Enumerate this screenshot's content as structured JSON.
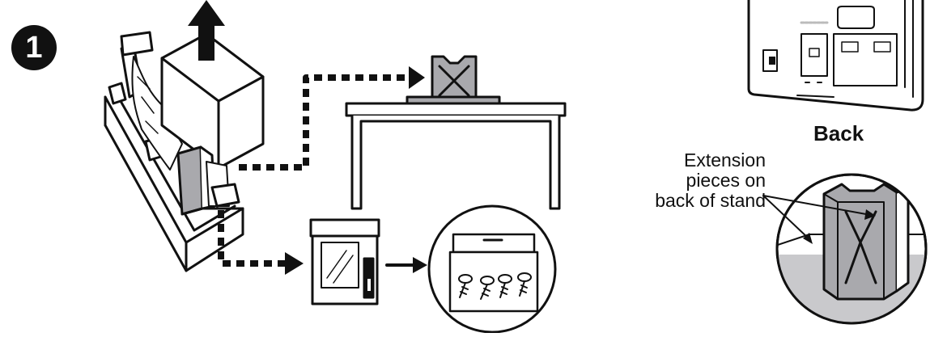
{
  "step": {
    "number": "1"
  },
  "labels": {
    "back": "Back",
    "extension_lines": [
      "Extension",
      "pieces on",
      "back of stand"
    ]
  },
  "colors": {
    "line": "#111111",
    "stand_gray": "#a9a9ad",
    "floor_gray": "#c9c9cc",
    "background": "#ffffff"
  },
  "icons": [
    "up-arrow-icon",
    "packing-box-icon",
    "stand-on-table-icon",
    "screw-bag-icon",
    "screw-box-icon",
    "tv-back-icon",
    "stand-detail-icon"
  ]
}
